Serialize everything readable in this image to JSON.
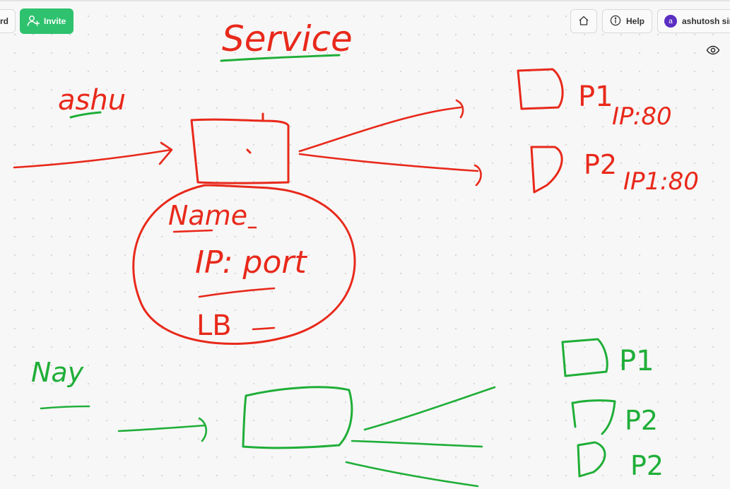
{
  "toolbar": {
    "partial_button_label": "rd",
    "invite_label": "Invite",
    "help_label": "Help",
    "user_avatar_letter": "a",
    "user_name": "ashutosh singh"
  },
  "icons": {
    "add_user": "add-user-icon",
    "home": "home-icon",
    "info": "info-icon",
    "eye": "eye-icon"
  },
  "colors": {
    "accent": "#2ec26e",
    "ink_red": "#e8291b",
    "ink_green": "#1fae38",
    "avatar": "#5a2fc2"
  },
  "whiteboard": {
    "title": "Service",
    "red_label": "ashu",
    "red_box_notes": [
      "Name",
      "IP: port",
      "LB"
    ],
    "red_pods": [
      "P1",
      "IP:80",
      "P2",
      "IP1:80"
    ],
    "green_label": "Nay",
    "green_pods": [
      "P1",
      "P2",
      "P2"
    ]
  }
}
